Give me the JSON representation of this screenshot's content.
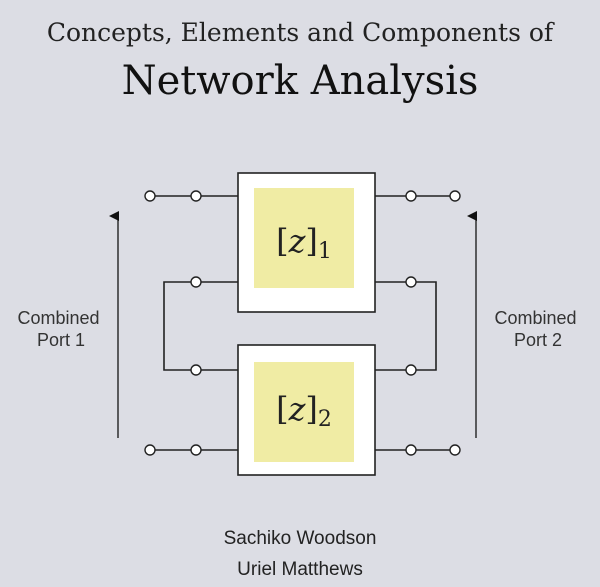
{
  "cover": {
    "title_line1": "Concepts, Elements and Components of",
    "title_line2": "Network Analysis",
    "authors": [
      "Sachiko Woodson",
      "Uriel Matthews"
    ]
  },
  "diagram": {
    "left_port_label": [
      "Combined",
      "Port 1"
    ],
    "right_port_label": [
      "Combined",
      "Port 2"
    ],
    "network1": {
      "symbol": "z",
      "subscript": "1"
    },
    "network2": {
      "symbol": "z",
      "subscript": "2"
    }
  },
  "colors": {
    "background": "#dcdde4",
    "box_fill": "#ffffff",
    "inner_fill": "#f0eca4",
    "line": "#222222"
  }
}
